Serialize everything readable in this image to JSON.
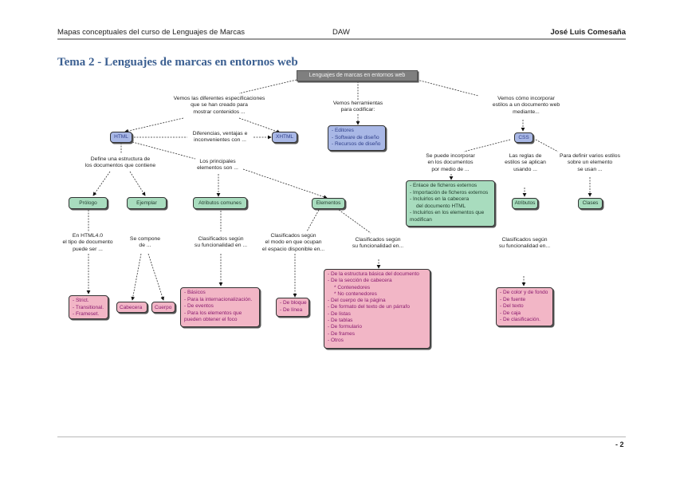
{
  "header": {
    "left": "Mapas conceptuales del curso de Lenguajes de Marcas",
    "center": "DAW",
    "right": "José Luis Comesaña"
  },
  "title": "Tema 2 - Lenguajes de marcas en entornos web",
  "footer": {
    "page": "- 2"
  },
  "colors": {
    "title": "#3b5f91",
    "root_node": "#7f7f7f",
    "blue_node": "#a9b8e6",
    "green_node": "#a8dcbe",
    "pink_node": "#f2b6c6",
    "pink_text": "#8a1a6e"
  },
  "nodes": {
    "root": "Lenguajes de marcas en entornos web",
    "html": "HTML",
    "xhtml": "XHTML",
    "css": "CSS",
    "prologo": "Prólogo",
    "ejemplar": "Ejemplar",
    "atributos_comunes": "Atributos comunes",
    "elementos": "Elementos",
    "cabecera": "Cabecera",
    "cuerpo": "Cuerpo",
    "atributos": "Atributos",
    "clases": "Clases",
    "herramientas": [
      "- Editores",
      "- Software de diseño",
      "- Recursos de diseño"
    ],
    "incorporar": [
      "- Enlace de ficheros externos",
      "- Importación de ficheros externos",
      "- Incluirlos en la cabecera",
      "  del documento HTML",
      "- Incluirlos en los elementos que",
      "  modifican"
    ],
    "doctype": [
      "- Strict.",
      "- Transitional.",
      "- Frameset."
    ],
    "atributos_lista": [
      "- Básicos",
      "- Para la internacionalización.",
      "- De eventos",
      "- Para los elementos que",
      "  pueden obtener el foco"
    ],
    "espacio": [
      "- De bloque",
      "- De línea"
    ],
    "funcionalidad_elementos": [
      "- De la estructura básica del documento",
      "- De la sección de cabecera",
      "* Contenedores",
      "* No contenedores",
      "- Del cuerpo de la página",
      "- De formato del texto de un párrafo",
      "- De listas",
      "- De tablas",
      "- De formulario",
      "- De frames",
      "- Otros"
    ],
    "funcionalidad_css": [
      "- De color y de fondo",
      "- De fuente",
      "- Del texto",
      "- De caja",
      "- De clasificación."
    ]
  },
  "labels": {
    "especificaciones": "Vemos las diferentes especificaciones\nque se han creado  para\nmostrar contenidos  ...",
    "herramientas": "Vemos herramientas\npara codificar:",
    "estilos": "Vemos cómo incorporar\nestilos a un documento web\nmediante...",
    "diferencias": "Diferencias, ventajas e\ninconvenientes con ...",
    "estructura": "Define una estructura de\nlos documentos que contiene",
    "principales": "Los principales\nelementos son ...",
    "se_puede": "Se puede incorporar\nen los documentos\npor medio de ...",
    "reglas": "Las reglas de\nestilos se aplican\nusando ...",
    "varios": "Para definir varios estilos\nsobre un elemento\nse usan ...",
    "html40": "En HTML4.0\nel tipo de documento\npuede ser ...",
    "compone": "Se compone\nde ...",
    "clasif_atrib": "Clasificados según\nsu funcionalidad en ...",
    "clasif_modo": "Clasificados según\nel modo en que ocupan\nel espacio disponible en...",
    "clasif_elem": "Clasificados según\nsu funcionalidad en...",
    "clasif_css": "Clasificados según\nsu funcionalidad en..."
  }
}
